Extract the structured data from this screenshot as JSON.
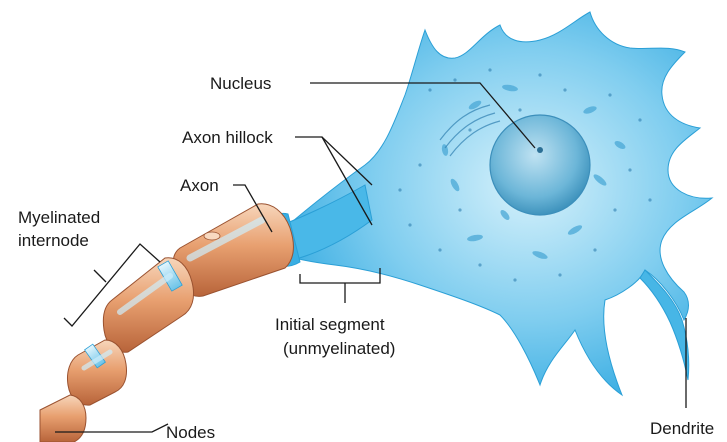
{
  "labels": {
    "nucleus": "Nucleus",
    "axon_hillock": "Axon hillock",
    "axon": "Axon",
    "myelinated_internode_line1": "Myelinated",
    "myelinated_internode_line2": "internode",
    "initial_segment_line1": "Initial segment",
    "initial_segment_line2": "(unmyelinated)",
    "nodes": "Nodes",
    "dendrite": "Dendrite"
  },
  "colors": {
    "cell_body": "#3fb4e6",
    "cell_body_light": "#bfe8f8",
    "nucleus": "#5aa7cc",
    "myelin": "#d8875a",
    "myelin_light": "#f4c9a6",
    "axon_core": "#8fd3f0"
  }
}
